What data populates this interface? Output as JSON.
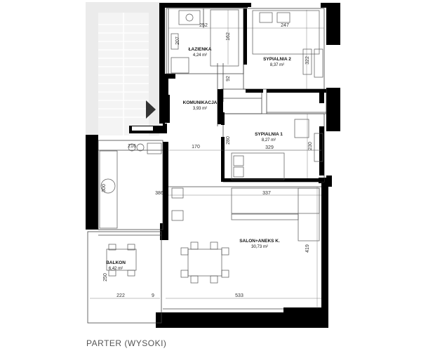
{
  "footer_label": "PARTER (WYSOKI)",
  "rooms": {
    "lazienka": {
      "name": "ŁAZIENKA",
      "area": "4,24 m²"
    },
    "sypialnia2": {
      "name": "SYPIALNIA 2",
      "area": "8,37 m²"
    },
    "komunikacja": {
      "name": "KOMUNIKACJA",
      "area": "3,93 m²"
    },
    "sypialnia1": {
      "name": "SYPIALNIA 1",
      "area": "8,27 m²"
    },
    "salon": {
      "name": "SALON+ANEKS K.",
      "area": "30,73 m²"
    },
    "balkon": {
      "name": "BALKON",
      "area": "6,42 m²"
    }
  },
  "dimensions": {
    "d252": "252",
    "d247": "247",
    "d207": "207",
    "d162": "162",
    "d322": "322",
    "d92": "92",
    "d170": "170",
    "d280": "280",
    "d329": "329",
    "d230": "230",
    "d216": "216",
    "d300": "300",
    "d386": "386",
    "d337": "337",
    "d419": "419",
    "d250": "250",
    "d222": "222",
    "d9": "9",
    "d533": "533"
  },
  "colors": {
    "wall": "#000000",
    "neighbor": "#ebebeb",
    "line": "#555555"
  }
}
